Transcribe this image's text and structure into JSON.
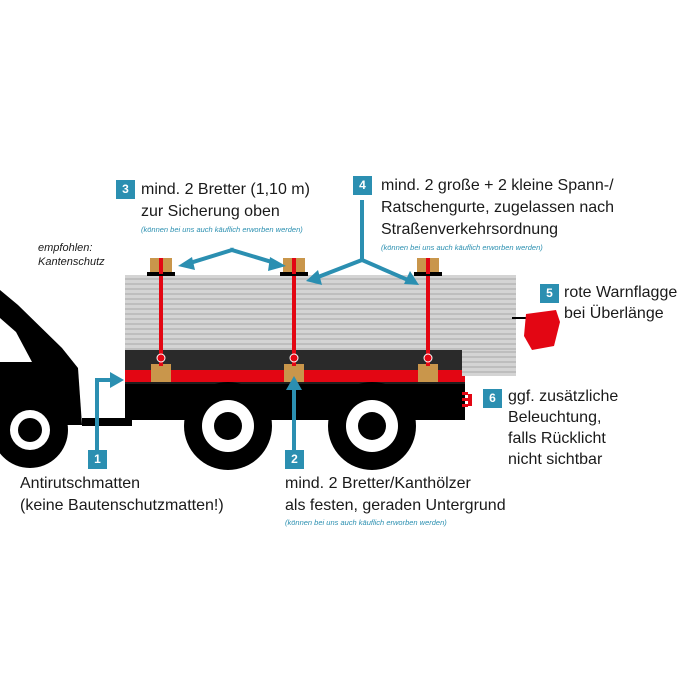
{
  "colors": {
    "accent": "#2b8fb1",
    "strap": "#e30613",
    "block": "#c9964b",
    "vehicle": "#000000",
    "planks": "#d0d0d0",
    "flag": "#e30613"
  },
  "callouts": [
    {
      "number": "1",
      "lines": [
        "Antirutschmatten",
        "(keine Bautenschutzmatten!)"
      ],
      "note": ""
    },
    {
      "number": "2",
      "lines": [
        "mind. 2 Bretter/Kanthölzer",
        "als festen, geraden Untergrund"
      ],
      "note": "(können bei uns auch käuflich erworben werden)"
    },
    {
      "number": "3",
      "lines": [
        "mind. 2 Bretter (1,10 m)",
        "zur Sicherung oben"
      ],
      "note": "(können bei uns auch käuflich erworben werden)"
    },
    {
      "number": "4",
      "lines": [
        "mind. 2 große + 2 kleine Spann-/",
        "Ratschengurte, zugelassen nach",
        "Straßenverkehrsordnung"
      ],
      "note": "(können bei uns auch käuflich erworben werden)"
    },
    {
      "number": "5",
      "lines": [
        "rote Warnflagge",
        "bei Überlänge"
      ],
      "note": ""
    },
    {
      "number": "6",
      "lines": [
        "ggf. zusätzliche",
        "Beleuchtung,",
        "falls Rücklicht",
        "nicht sichtbar"
      ],
      "note": ""
    }
  ],
  "edge_protection": {
    "lines": [
      "empfohlen:",
      "Kantenschutz"
    ]
  }
}
